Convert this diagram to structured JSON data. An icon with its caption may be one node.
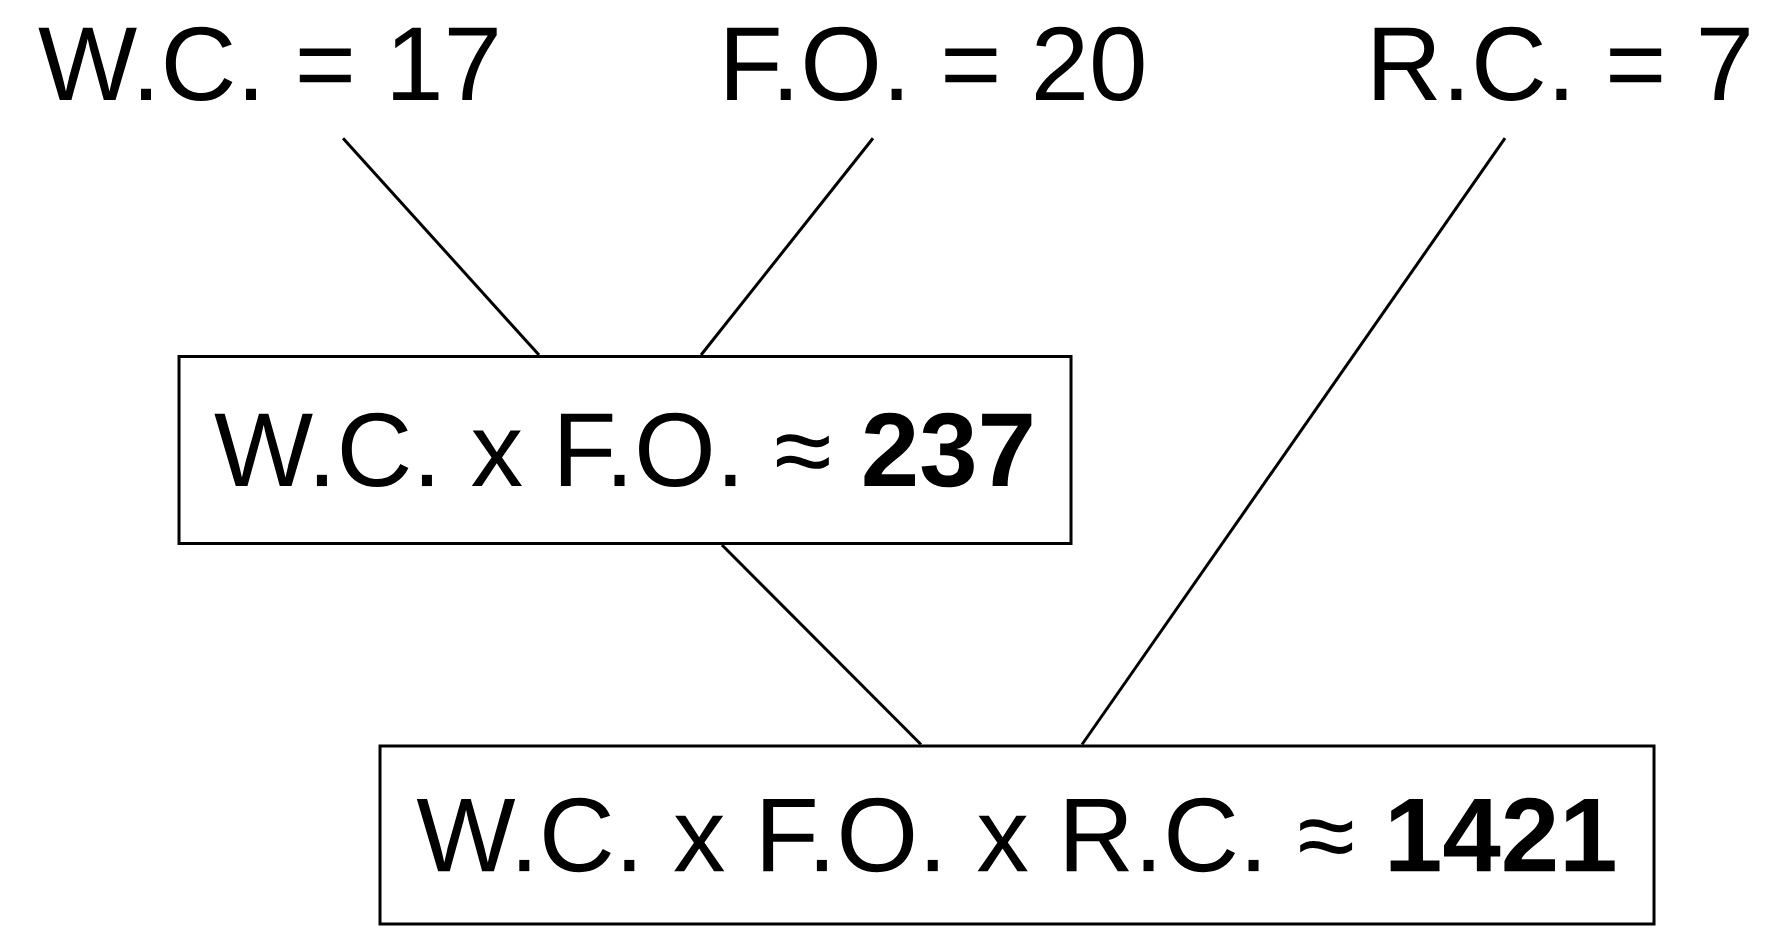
{
  "diagram": {
    "nodes": [
      {
        "text": [
          "W.C. = 17"
        ]
      },
      {
        "text": [
          "F.O. = 20"
        ]
      },
      {
        "text": [
          "R.C. = 7"
        ]
      },
      {
        "text": [
          "W.C. x F.O. ≈ **237**"
        ]
      },
      {
        "text": [
          "W.C. x F.O. x R.C. ≈ **1421**"
        ]
      }
    ],
    "edges": [
      {
        "from": 0,
        "to": 3,
        "arrow": "none"
      },
      {
        "from": 1,
        "to": 3,
        "arrow": "none"
      },
      {
        "from": 3,
        "to": 4,
        "arrow": "none"
      },
      {
        "from": 2,
        "to": 4,
        "arrow": "none"
      }
    ]
  }
}
